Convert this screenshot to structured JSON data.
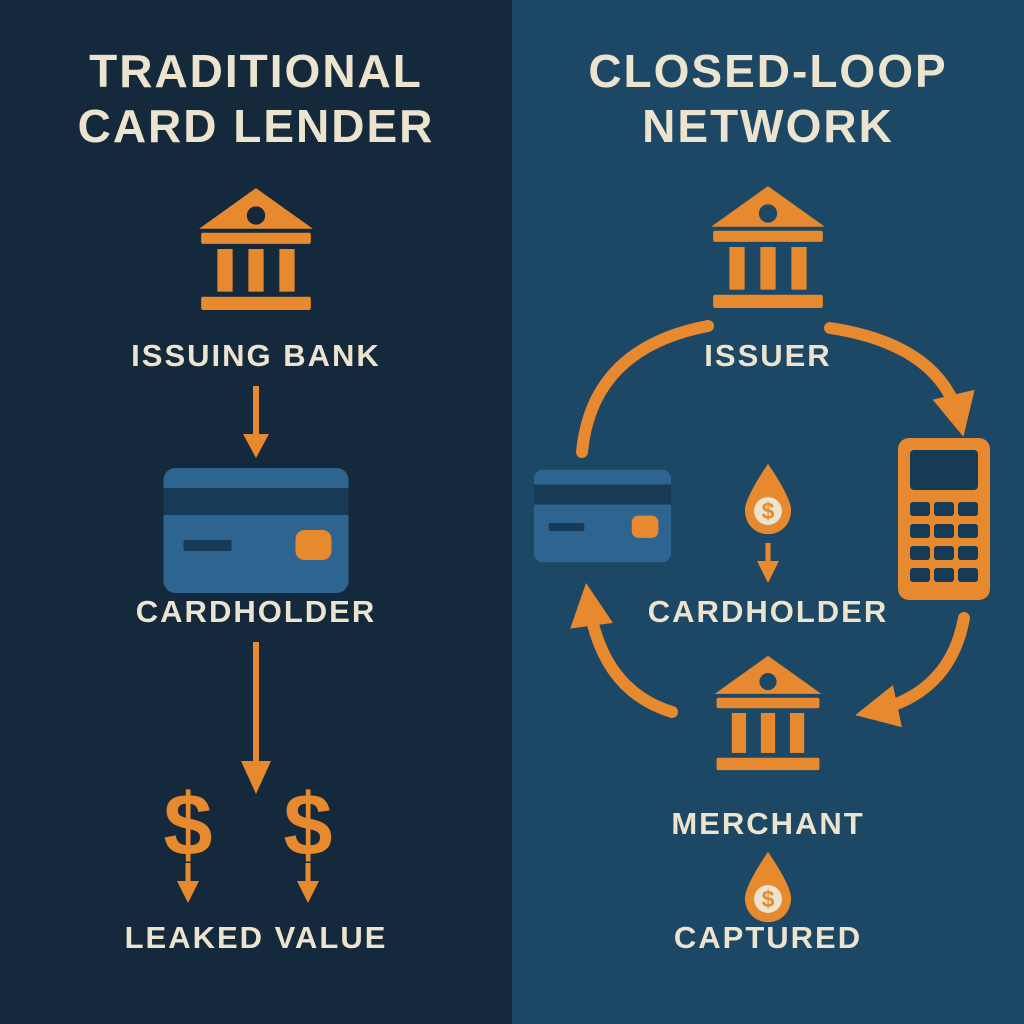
{
  "colors": {
    "left_background": "#14293b",
    "right_background": "#1c4765",
    "accent_orange": "#e6892f",
    "text_cream": "#ece4cf",
    "card_blue": "#2e6590",
    "card_stripe_navy": "#173a56"
  },
  "left_panel": {
    "title_line1": "TRADITIONAL",
    "title_line2": "CARD LENDER",
    "issuing_bank_label": "ISSUING BANK",
    "cardholder_label": "CARDHOLDER",
    "leaked_value_label": "LEAKED VALUE",
    "dollar_symbol": "$"
  },
  "right_panel": {
    "title_line1": "CLOSED-LOOP",
    "title_line2": "NETWORK",
    "issuer_label": "ISSUER",
    "cardholder_label": "CARDHOLDER",
    "merchant_label": "MERCHANT",
    "captured_label": "CAPTURED",
    "dollar_symbol": "$"
  },
  "icons": {
    "bank": "bank-building-icon",
    "credit_card": "credit-card-icon",
    "pos_terminal": "pos-terminal-icon",
    "value_droplet": "value-droplet-icon",
    "down_arrow": "down-arrow-icon",
    "loop_arrows": "circular-loop-arrows-icon"
  }
}
